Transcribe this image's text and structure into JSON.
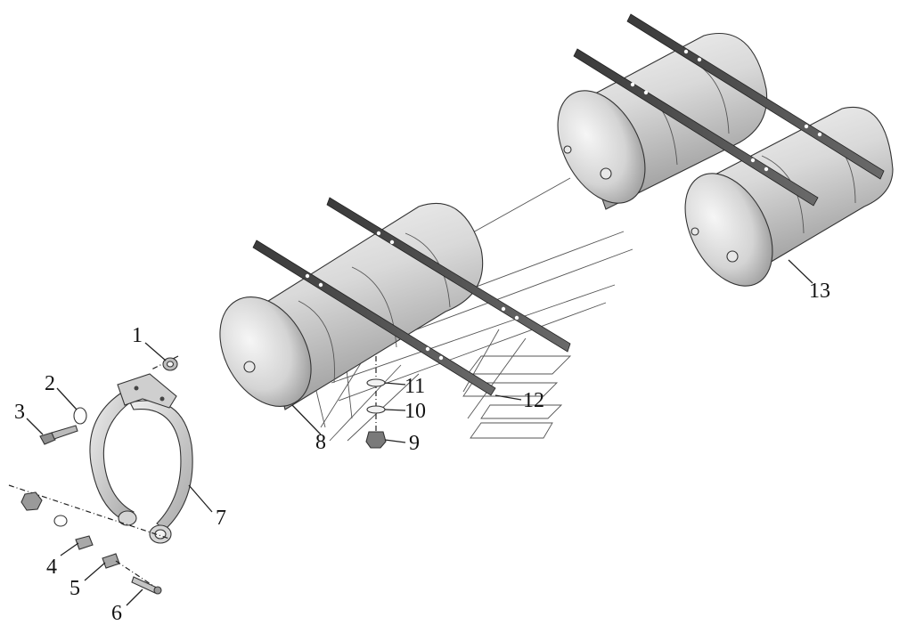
{
  "diagram": {
    "background_color": "#ffffff",
    "part_color": "#dcdcdc",
    "line_color": "#222222"
  },
  "callouts": {
    "c1": "1",
    "c2": "2",
    "c3": "3",
    "c4": "4",
    "c5": "5",
    "c6": "6",
    "c7": "7",
    "c8": "8",
    "c9": "9",
    "c10": "10",
    "c11": "11",
    "c12": "12",
    "c13": "13"
  }
}
